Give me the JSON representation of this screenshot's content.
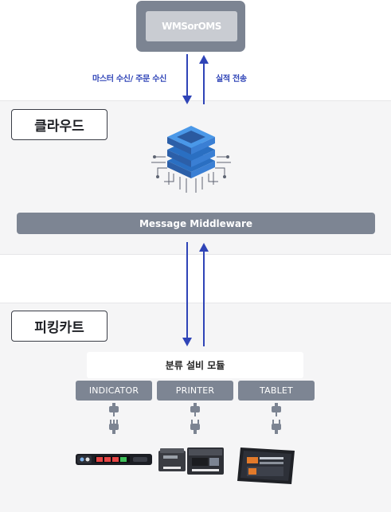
{
  "top_system": {
    "label": "WMSorOMS"
  },
  "arrows": {
    "down_label": "마스터 수신/ 주문 수신",
    "up_label": "실적 전송"
  },
  "cloud_panel": {
    "tag": "클라우드",
    "middleware": "Message Middleware",
    "icon": "server-stack-icon"
  },
  "cart_panel": {
    "tag": "피킹카트",
    "module": "분류 설비 모듈",
    "devices": [
      {
        "label": "INDICATOR",
        "image": "indicator-device"
      },
      {
        "label": "PRINTER",
        "image": "printer-device"
      },
      {
        "label": "TABLET",
        "image": "tablet-device"
      }
    ]
  },
  "colors": {
    "arrow": "#2f44b7",
    "box_dark": "#7c8492",
    "box_light": "#c9ccd2",
    "panel_bg": "#f5f5f6",
    "server_blue": "#3f86d8"
  }
}
